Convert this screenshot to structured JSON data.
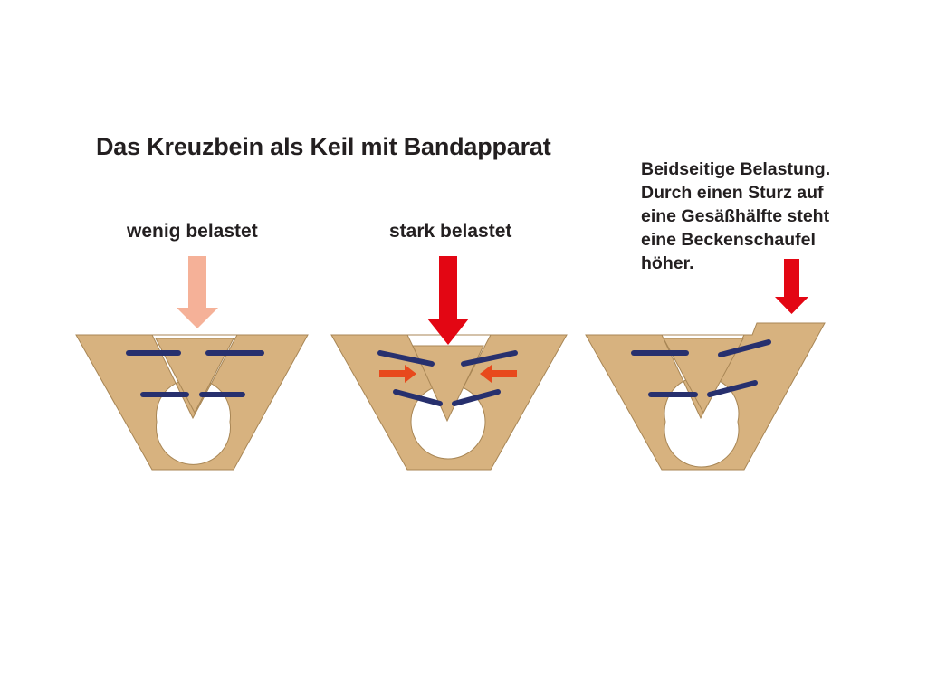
{
  "title": "Das Kreuzbein als Keil mit Bandapparat",
  "panels": [
    {
      "label": "wenig belastet",
      "load": "low"
    },
    {
      "label": "stark belastet",
      "load": "high"
    },
    {
      "label": "",
      "load": "one-sided"
    }
  ],
  "note": "Beidseitige Belastung.\nDurch einen Sturz auf\neine Gesäßhälfte steht\neine Beckenschaufel\nhöher.",
  "colors": {
    "bone": "#d7b27f",
    "bone_edge": "#a88655",
    "ligament": "#27306e",
    "arrow_light": "#f5b198",
    "arrow_strong": "#e30613",
    "arrow_compress": "#e8491c",
    "text": "#231f20"
  }
}
